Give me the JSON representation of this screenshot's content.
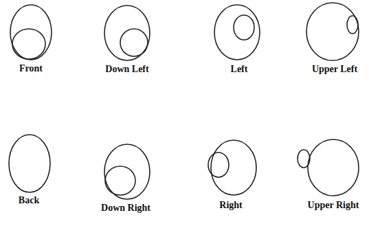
{
  "diagram": {
    "labels": [
      "Front",
      "Down Left",
      "Left",
      "Upper Left",
      "Back",
      "Down Right",
      "Right",
      "Upper Right"
    ]
  }
}
